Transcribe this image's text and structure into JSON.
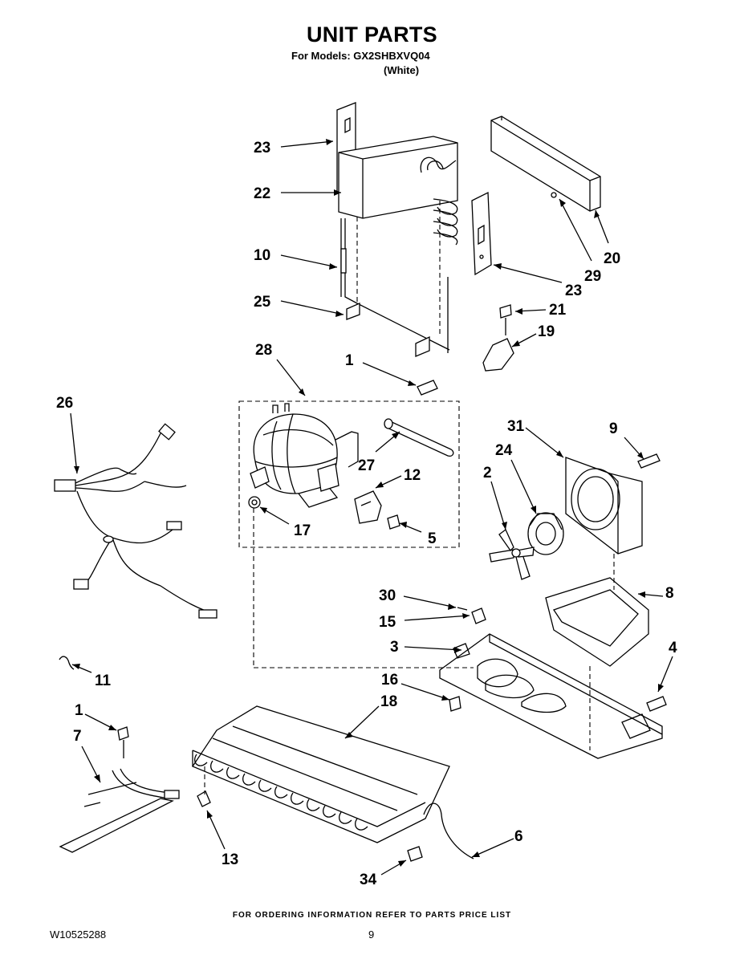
{
  "header": {
    "title": "UNIT PARTS",
    "models_line": "For Models: GX2SHBXVQ04",
    "color_line": "(White)"
  },
  "footer": {
    "ordering_note": "FOR ORDERING INFORMATION REFER TO PARTS PRICE LIST",
    "document_number": "W10525288",
    "page_number": "9"
  },
  "callouts": [
    {
      "id": "c23a",
      "label": "23"
    },
    {
      "id": "c22",
      "label": "22"
    },
    {
      "id": "c10",
      "label": "10"
    },
    {
      "id": "c25",
      "label": "25"
    },
    {
      "id": "c20",
      "label": "20"
    },
    {
      "id": "c29",
      "label": "29"
    },
    {
      "id": "c23b",
      "label": "23"
    },
    {
      "id": "c21",
      "label": "21"
    },
    {
      "id": "c19",
      "label": "19"
    },
    {
      "id": "c28",
      "label": "28"
    },
    {
      "id": "c1a",
      "label": "1"
    },
    {
      "id": "c26",
      "label": "26"
    },
    {
      "id": "c27",
      "label": "27"
    },
    {
      "id": "c12",
      "label": "12"
    },
    {
      "id": "c17",
      "label": "17"
    },
    {
      "id": "c5",
      "label": "5"
    },
    {
      "id": "c31",
      "label": "31"
    },
    {
      "id": "c9",
      "label": "9"
    },
    {
      "id": "c24",
      "label": "24"
    },
    {
      "id": "c2",
      "label": "2"
    },
    {
      "id": "c8",
      "label": "8"
    },
    {
      "id": "c30",
      "label": "30"
    },
    {
      "id": "c15",
      "label": "15"
    },
    {
      "id": "c3",
      "label": "3"
    },
    {
      "id": "c4",
      "label": "4"
    },
    {
      "id": "c11",
      "label": "11"
    },
    {
      "id": "c16",
      "label": "16"
    },
    {
      "id": "c18",
      "label": "18"
    },
    {
      "id": "c1b",
      "label": "1"
    },
    {
      "id": "c7",
      "label": "7"
    },
    {
      "id": "c13",
      "label": "13"
    },
    {
      "id": "c6",
      "label": "6"
    },
    {
      "id": "c34",
      "label": "34"
    }
  ]
}
